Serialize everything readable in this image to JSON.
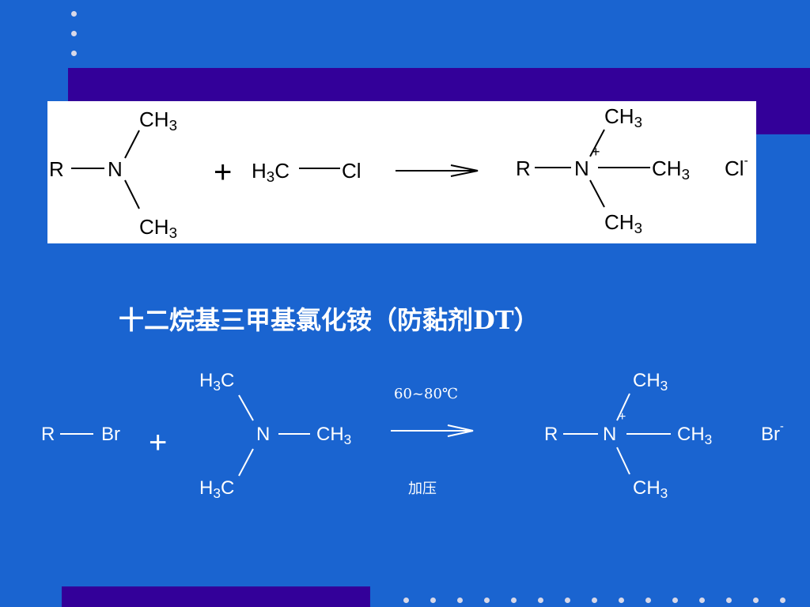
{
  "reaction1": {
    "reactant_amine": {
      "r": "R",
      "n": "N",
      "top_methyl": {
        "base": "CH",
        "sub": "3"
      },
      "bottom_methyl": {
        "base": "CH",
        "sub": "3"
      }
    },
    "plus": "+",
    "reagent": {
      "pre": "H",
      "sub": "3",
      "post": "C",
      "halogen": "Cl"
    },
    "product": {
      "r": "R",
      "n": "N",
      "charge": "+",
      "top_methyl": {
        "base": "CH",
        "sub": "3"
      },
      "right_methyl": {
        "base": "CH",
        "sub": "3"
      },
      "bottom_methyl": {
        "base": "CH",
        "sub": "3"
      },
      "counterion": {
        "base": "Cl",
        "charge": "-"
      }
    }
  },
  "compound_name": "十二烷基三甲基氯化铵（防黏剂DT）",
  "reaction2": {
    "reactant_halide": {
      "r": "R",
      "halogen": "Br"
    },
    "plus": "+",
    "amine": {
      "n": "N",
      "top_methyl": {
        "pre": "H",
        "sub": "3",
        "post": "C"
      },
      "bottom_methyl": {
        "pre": "H",
        "sub": "3",
        "post": "C"
      },
      "right_methyl": {
        "base": "CH",
        "sub": "3"
      }
    },
    "condition_above": "60~80℃",
    "condition_below": "加压",
    "product": {
      "r": "R",
      "n": "N",
      "charge": "+",
      "top_methyl": {
        "base": "CH",
        "sub": "3"
      },
      "right_methyl": {
        "base": "CH",
        "sub": "3"
      },
      "bottom_methyl": {
        "base": "CH",
        "sub": "3"
      },
      "counterion": {
        "base": "Br",
        "charge": "-"
      }
    }
  },
  "colors": {
    "background": "#1a64d0",
    "band": "#330099",
    "panel": "#ffffff",
    "dots": "#d8d8e8"
  }
}
